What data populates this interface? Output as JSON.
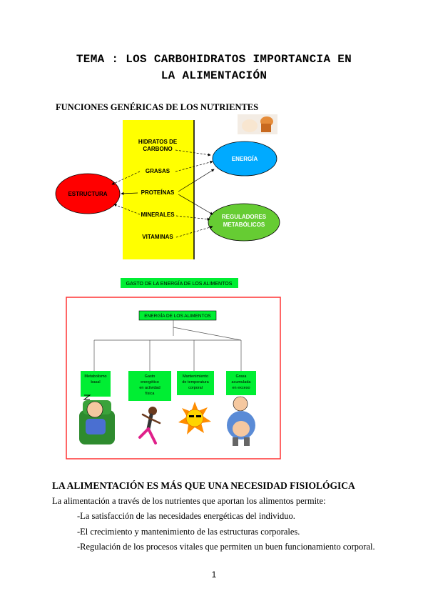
{
  "document": {
    "title_line1": "TEMA : LOS CARBOHIDRATOS IMPORTANCIA EN",
    "title_line2": "LA ALIMENTACIÓN",
    "section1_heading": "FUNCIONES GENÉRICAS DE LOS NUTRIENTES",
    "section2_heading": "LA ALIMENTACIÓN ES MÁS QUE UNA NECESIDAD FISIOLÓGICA",
    "intro": "La alimentación a través de los nutrientes que aportan los alimentos permite:",
    "items": [
      "-La satisfacción de las necesidades energéticas del individuo.",
      "-El crecimiento y mantenimiento de las estructuras corporales.",
      "-Regulación de los procesos vitales que permiten un buen funcionamiento corporal."
    ],
    "page_number": "1"
  },
  "nutrient_diagram": {
    "nutrients": [
      "HIDRATOS DE",
      "CARBONO",
      "GRASAS",
      "PROTEÍNAS",
      "MINERALES",
      "VITAMINAS"
    ],
    "structure_label": "ESTRUCTURA",
    "energy_label": "ENERGÍA",
    "regulators_line1": "REGULADORES",
    "regulators_line2": "METABÓLICOS",
    "colors": {
      "yellow": "#ffff00",
      "red": "#ff0000",
      "blue": "#00aaff",
      "green": "#66cc33"
    }
  },
  "energy_diagram": {
    "caption": "GASTO DE LA ENERGÍA DE LOS ALIMENTOS",
    "root": "ENERGÍA DE LOS ALIMENTOS",
    "branches": [
      {
        "line1": "Metabolismo",
        "line2": "basal",
        "line3": ""
      },
      {
        "line1": "Gasto",
        "line2": "energético",
        "line3": "en actividad",
        "line4": "física"
      },
      {
        "line1": "Mantenimiento",
        "line2": "de temperatura",
        "line3": "corporal"
      },
      {
        "line1": "Grasa",
        "line2": "acumulada",
        "line3": "en exceso"
      }
    ],
    "colors": {
      "green": "#00ee33",
      "border": "#ff3333"
    }
  }
}
